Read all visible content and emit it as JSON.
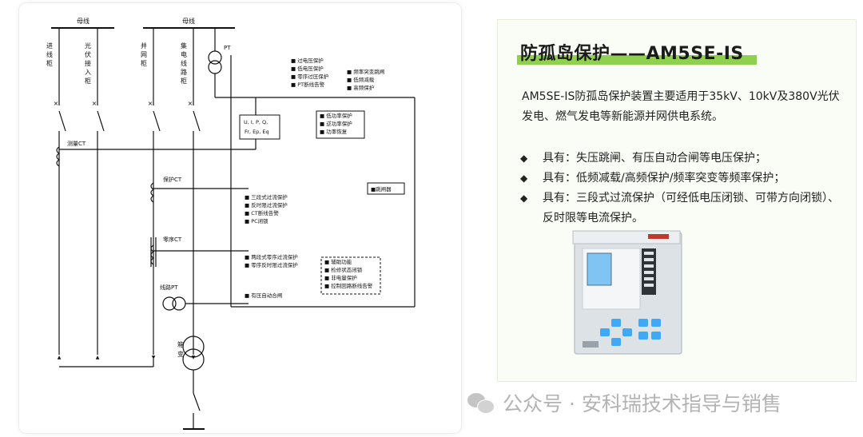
{
  "diagram": {
    "bus_left": "母线",
    "bus_right": "母线",
    "feeders": [
      {
        "label": [
          "进",
          "线",
          "柜"
        ]
      },
      {
        "label": [
          "光",
          "伏",
          "接",
          "入",
          "柜"
        ]
      },
      {
        "label": [
          "并",
          "网",
          "柜"
        ]
      },
      {
        "label": [
          "集",
          "电",
          "线",
          "路",
          "柜"
        ]
      }
    ],
    "pt_label": "PT",
    "measure_ct": "测量CT",
    "protect_ct": "保护CT",
    "zero_ct": "零序CT",
    "line_pt": "线路PT",
    "station_tx": [
      "箱",
      "变"
    ],
    "measure_box": [
      "U, I, P, Q,",
      "Fr, Ep, Eq"
    ],
    "voltage_prot": [
      "过电压保护",
      "低电压保护",
      "零序过压保护",
      "PT断线告警"
    ],
    "freq_prot": [
      "频率突变跳闸",
      "低频减载",
      "高频保护"
    ],
    "power_prot": [
      "低功率保护",
      "逆功率保护",
      "功率恢复"
    ],
    "trip": "跳闸器",
    "overcurrent": [
      "三段式过流保护",
      "反时限过流保护",
      "CT断线告警",
      "PC闭锁"
    ],
    "zero_seq": [
      "两段式零序过流保护",
      "零序反时限过流保护"
    ],
    "aux": [
      "辅助功能",
      "检修状态闭锁",
      "非电量保护",
      "控制回路断线告警"
    ],
    "auto_reclose": "有压自动合闸"
  },
  "product": {
    "title": "防孤岛保护——AM5SE-IS",
    "intro": "AM5SE-IS防孤岛保护装置主要适用于35kV、10kV及380V光伏发电、燃气发电等新能源并网供电系统。",
    "bullet_symbol": "◆",
    "features": [
      "具有：失压跳闸、有压自动合闸等电压保护；",
      "具有：低频减载/高频保护/频率突变等频率保护；",
      "具有：三段式过流保护（可经低电压闭锁、可带方向闭锁）、反时限等电流保护。"
    ]
  },
  "watermark": "公众号 · 安科瑞技术指导与销售",
  "colors": {
    "accent_green": "#8fd14f",
    "line": "#111111",
    "device_key": "#3fa9f5"
  }
}
